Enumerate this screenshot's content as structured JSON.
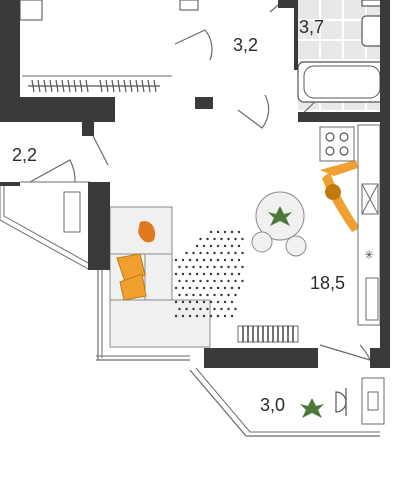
{
  "plan": {
    "rooms": [
      {
        "id": "bathroom",
        "area": "3,7"
      },
      {
        "id": "hall",
        "area": "3,2"
      },
      {
        "id": "storage",
        "area": "2,2"
      },
      {
        "id": "living",
        "area": "18,5"
      },
      {
        "id": "balcony",
        "area": "3,0"
      }
    ],
    "colors": {
      "wall": "#3a3a3a",
      "thin_line": "#6b6b6b",
      "tile": "#e6e6e6",
      "furniture": "#f0f0f0",
      "accent_orange": "#f0a030",
      "plant": "#4a7a3a"
    }
  }
}
